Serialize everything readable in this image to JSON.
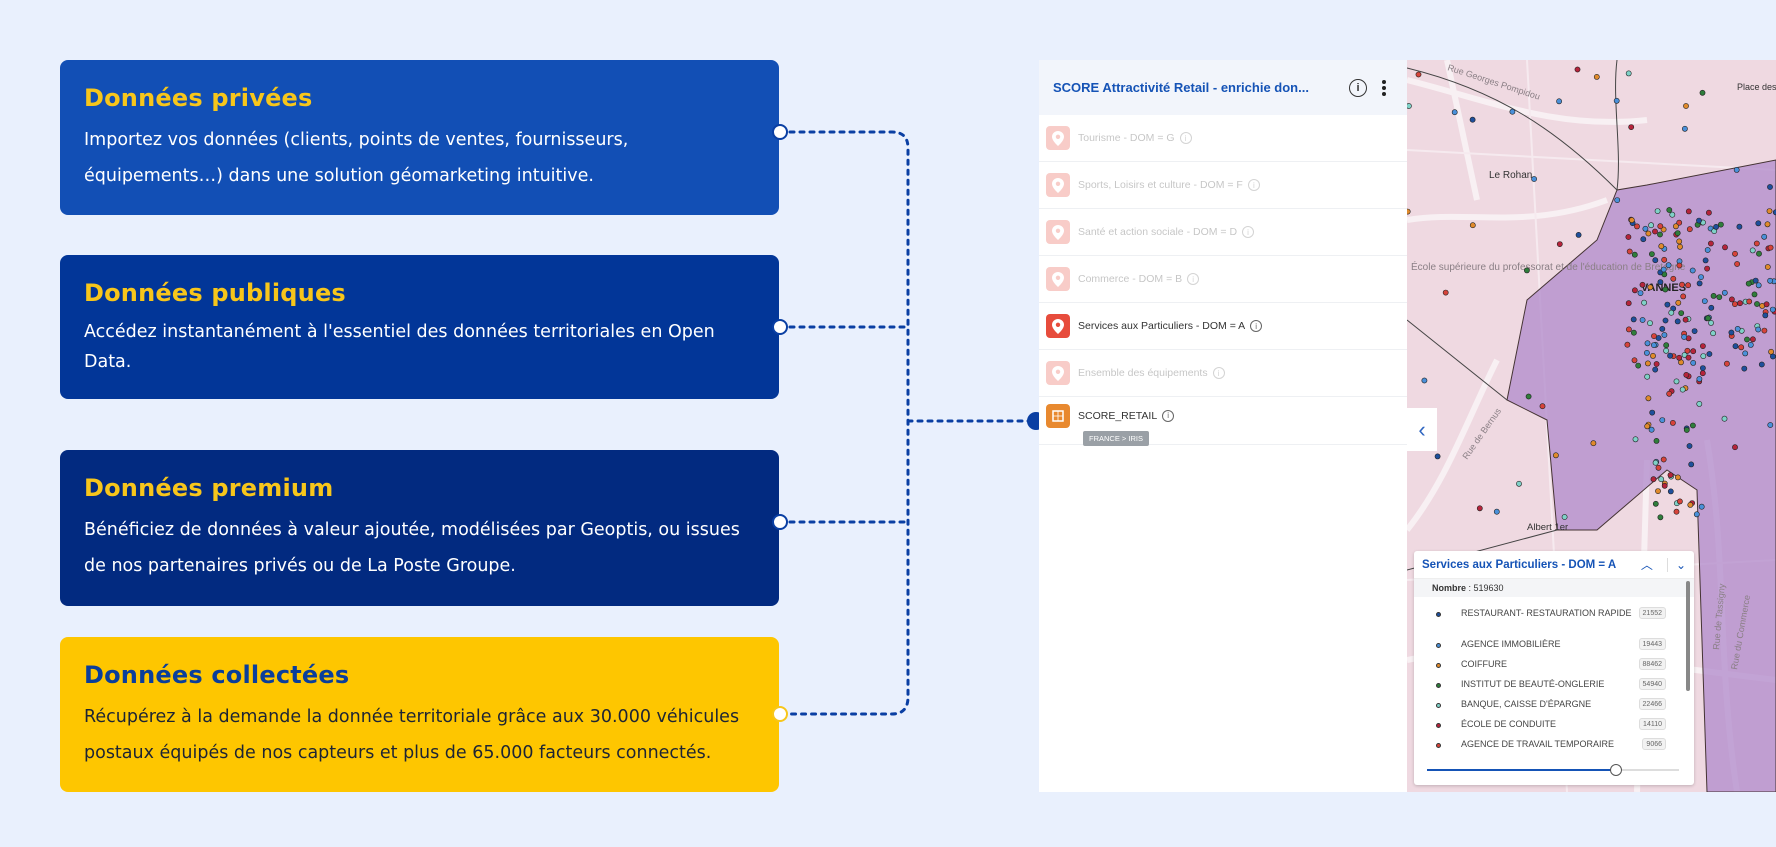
{
  "cards": [
    {
      "title": "Données privées",
      "text": "Importez vos données (clients, points de ventes, fournisseurs, équipements…) dans une solution géomarketing intuitive."
    },
    {
      "title": "Données publiques",
      "text": "Accédez instantanément à l'essentiel des données territoriales en Open Data."
    },
    {
      "title": "Données premium",
      "text": "Bénéficiez de données à valeur ajoutée, modélisées par Geoptis, ou issues de nos partenaires privés ou de La Poste Groupe."
    },
    {
      "title": "Données collectées",
      "text": "Récupérez à la demande la donnée territoriale grâce aux 30.000 véhicules postaux équipés de nos capteurs et plus de 65.000 facteurs connectés."
    }
  ],
  "panel": {
    "title": "SCORE Attractivité Retail - enrichie don...",
    "layers": [
      {
        "label": "Tourisme - DOM = G",
        "active": false,
        "color": "#e74c3c"
      },
      {
        "label": "Sports, Loisirs et culture - DOM = F",
        "active": false,
        "color": "#e74c3c"
      },
      {
        "label": "Santé et action sociale - DOM = D",
        "active": false,
        "color": "#e74c3c"
      },
      {
        "label": "Commerce - DOM = B",
        "active": false,
        "color": "#e74c3c"
      },
      {
        "label": "Services aux Particuliers - DOM = A",
        "active": true,
        "color": "#e74c3c"
      },
      {
        "label": "Ensemble des équipements",
        "active": false,
        "color": "#e74c3c"
      },
      {
        "label": "SCORE_RETAIL",
        "active": true,
        "color": "#e8892f",
        "badge": "FRANCE > IRIS"
      }
    ]
  },
  "map": {
    "labels": [
      "Le Rohan",
      "VANNES",
      "École supérieure du professorat et de l'éducation de Bretagne",
      "Rue de Bernus",
      "Albert 1er",
      "Rue du Commerce",
      "Place des Combattants d'Afrique du",
      "Rue Georges Pompidou",
      "Rue de Tassigny"
    ]
  },
  "legend": {
    "title": "Services aux Particuliers - DOM = A",
    "count_label": "Nombre",
    "count_value": ": 519630",
    "items": [
      {
        "name": "RESTAURANT- RESTAURATION RAPIDE",
        "value": "21552",
        "color": "#1e4f9c"
      },
      {
        "name": "AGENCE IMMOBILIÈRE",
        "value": "19443",
        "color": "#4a90d9"
      },
      {
        "name": "COIFFURE",
        "value": "88462",
        "color": "#e08a2c"
      },
      {
        "name": "INSTITUT DE BEAUTÉ-ONGLERIE",
        "value": "54940",
        "color": "#2f7d3b"
      },
      {
        "name": "BANQUE, CAISSE D'ÉPARGNE",
        "value": "22466",
        "color": "#7fd1c7"
      },
      {
        "name": "ÉCOLE DE CONDUITE",
        "value": "14110",
        "color": "#b5243b"
      },
      {
        "name": "AGENCE DE TRAVAIL TEMPORAIRE",
        "value": "9066",
        "color": "#d6433a"
      }
    ],
    "slider_fraction": 0.75
  }
}
